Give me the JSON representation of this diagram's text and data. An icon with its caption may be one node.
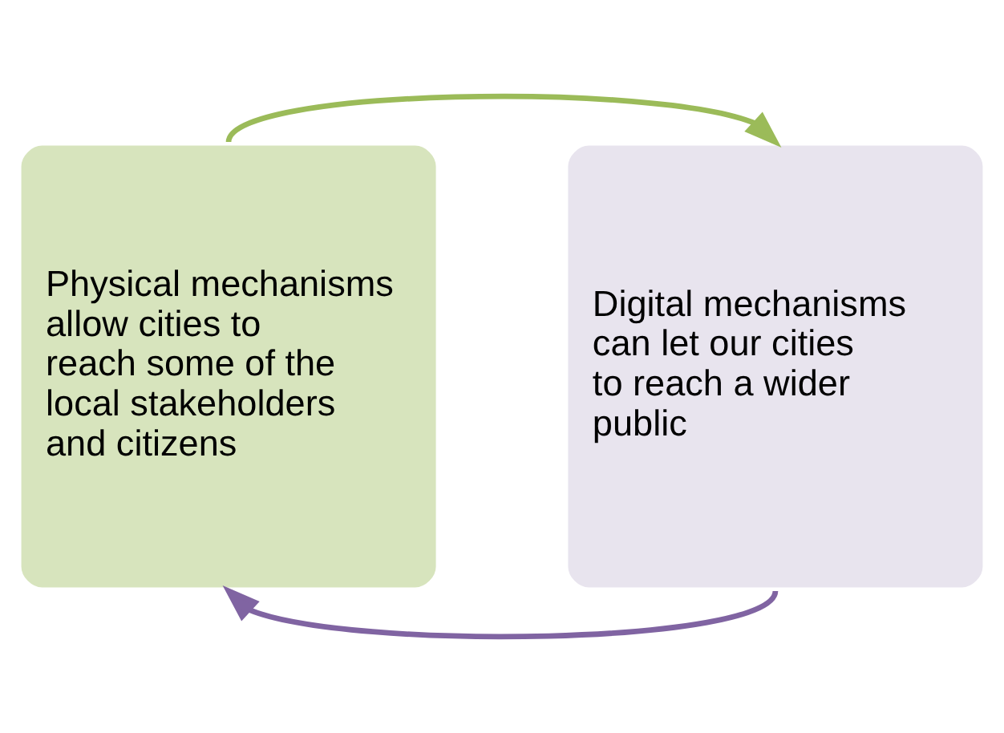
{
  "diagram": {
    "nodes": [
      {
        "text": [
          "Physical mechanisms allow cities to reach some of the local stakeholders and citizens"
        ]
      },
      {
        "text": [
          "Digital mechanisms can let our cities to reach a wider public"
        ]
      }
    ],
    "edges": [
      {
        "from": 0,
        "to": 1,
        "arrow": "to",
        "color": "#9bbb59"
      },
      {
        "from": 1,
        "to": 0,
        "arrow": "to",
        "color": "#8064a2"
      }
    ]
  }
}
